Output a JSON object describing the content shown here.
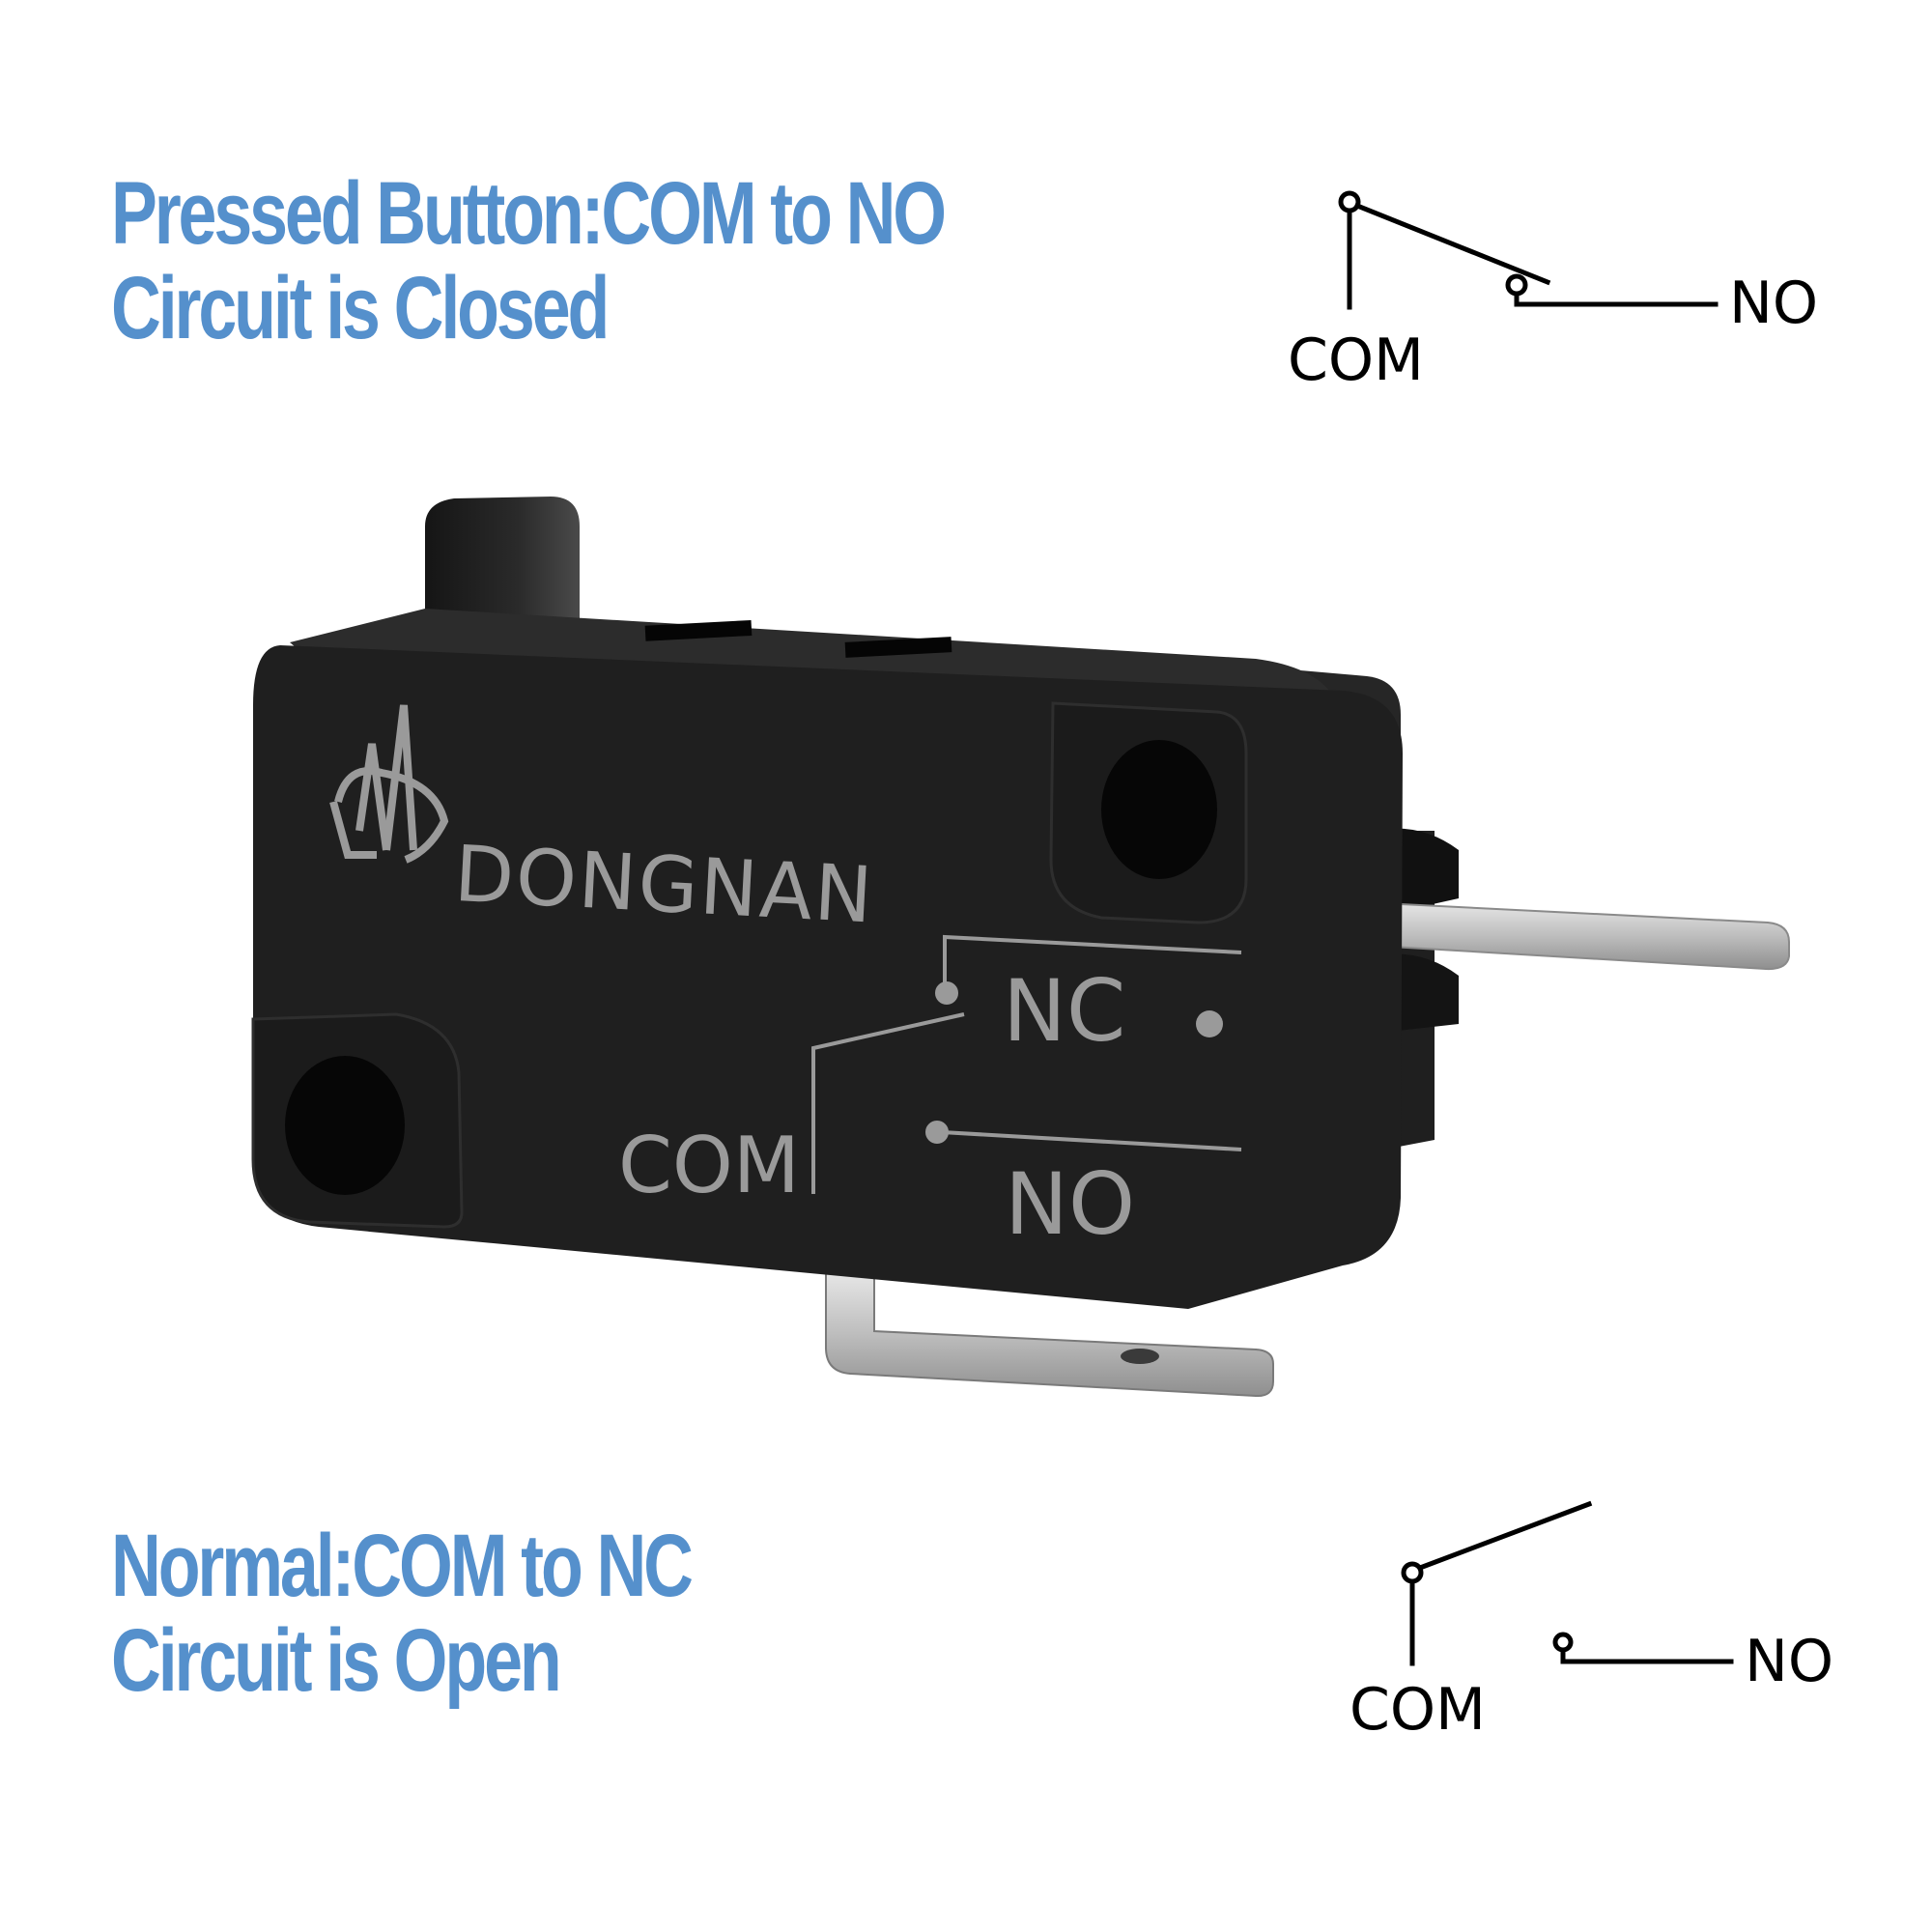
{
  "pressed_state": {
    "line1": "Pressed Button:COM to NO",
    "line2": "Circuit is Closed",
    "diagram": {
      "com_label": "COM",
      "no_label": "NO"
    }
  },
  "normal_state": {
    "line1": "Normal:COM to NC",
    "line2": "Circuit is Open",
    "diagram": {
      "com_label": "COM",
      "no_label": "NO"
    }
  },
  "product": {
    "brand": "DONGNAN",
    "logo_icon": "dongnan-logo-icon",
    "terminal_labels": {
      "nc": "NC",
      "com": "COM",
      "no": "NO"
    }
  },
  "colors": {
    "headline": "#5590cc",
    "switch_body": "#1e1e1e",
    "imprint": "#9a9a9a",
    "terminal_metal": "#c8c8c8",
    "diagram_line": "#000000"
  }
}
